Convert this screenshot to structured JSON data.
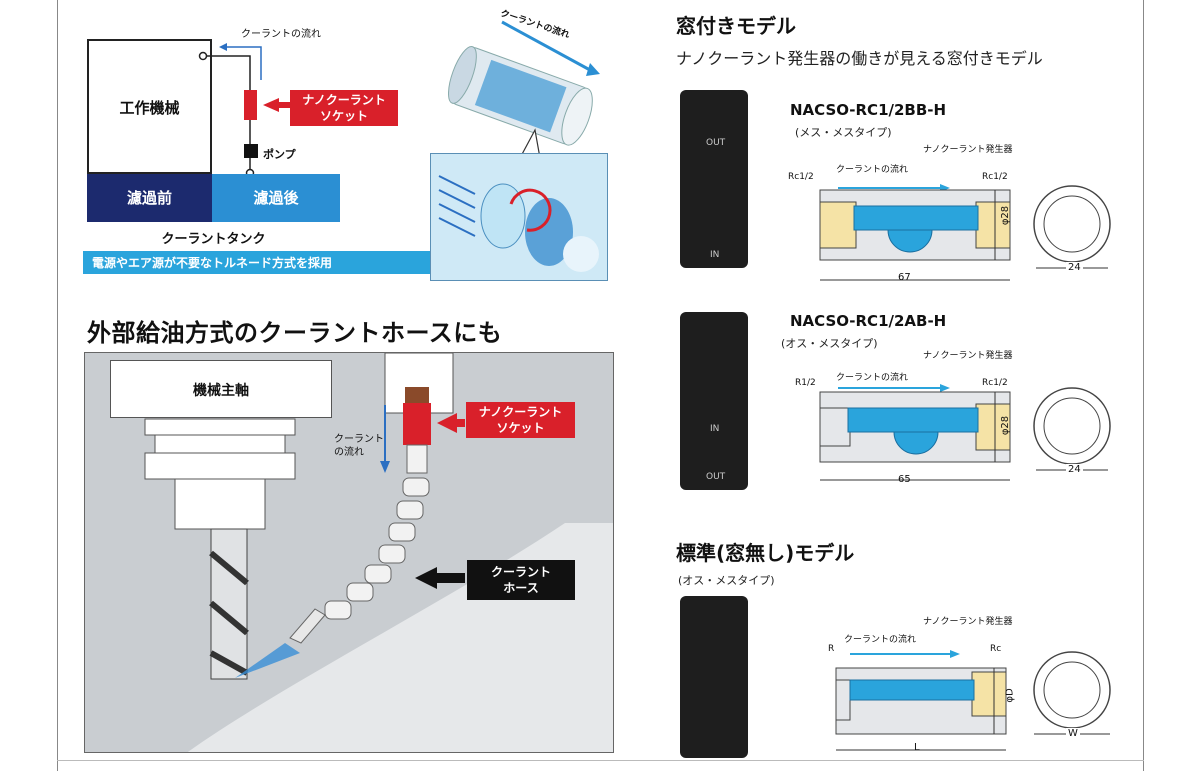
{
  "diagram_top": {
    "coolant_flow": "クーラントの流れ",
    "machine": "工作機械",
    "socket_line1": "ナノクーラント",
    "socket_line2": "ソケット",
    "pump": "ポンプ",
    "before_filter": "濾過前",
    "after_filter": "濾過後",
    "tank": "クーラントタンク",
    "banner": "電源やエア源が不要なトルネード方式を採用",
    "inset_arrow_label": "クーラントの流れ"
  },
  "section_external": {
    "title": "外部給油方式のクーラントホースにも",
    "spindle": "機械主軸",
    "flow_line1": "クーラント",
    "flow_line2": "の流れ",
    "socket_line1": "ナノクーラント",
    "socket_line2": "ソケット",
    "hose_line1": "クーラント",
    "hose_line2": "ホース"
  },
  "window_model": {
    "title": "窓付きモデル",
    "description": "ナノクーラント発生器の働きが見える窓付きモデル"
  },
  "products": [
    {
      "name": "NACSO-RC1/2BB-H",
      "type": "(メス・メスタイプ)",
      "generator": "ナノクーラント発生器",
      "flow": "クーラントの流れ",
      "left_thread": "Rc1/2",
      "right_thread": "Rc1/2",
      "dia": "φ28",
      "length": "67",
      "width": "24",
      "body_top": "OUT",
      "body_bottom": "IN"
    },
    {
      "name": "NACSO-RC1/2AB-H",
      "type": "(オス・メスタイプ)",
      "generator": "ナノクーラント発生器",
      "flow": "クーラントの流れ",
      "left_thread": "R1/2",
      "right_thread": "Rc1/2",
      "dia": "φ28",
      "length": "65",
      "width": "24",
      "body_top": "IN",
      "body_bottom": "OUT"
    }
  ],
  "standard_model": {
    "title": "標準(窓無し)モデル",
    "type": "(オス・メスタイプ)",
    "generator": "ナノクーラント発生器",
    "flow": "クーラントの流れ",
    "left_thread": "R",
    "right_thread": "Rc",
    "dia": "φD",
    "length": "L",
    "width": "W"
  },
  "colors": {
    "red": "#d9202a",
    "navy": "#1c2a6e",
    "blue": "#2b8fd3",
    "cyan": "#2aa4dc"
  }
}
